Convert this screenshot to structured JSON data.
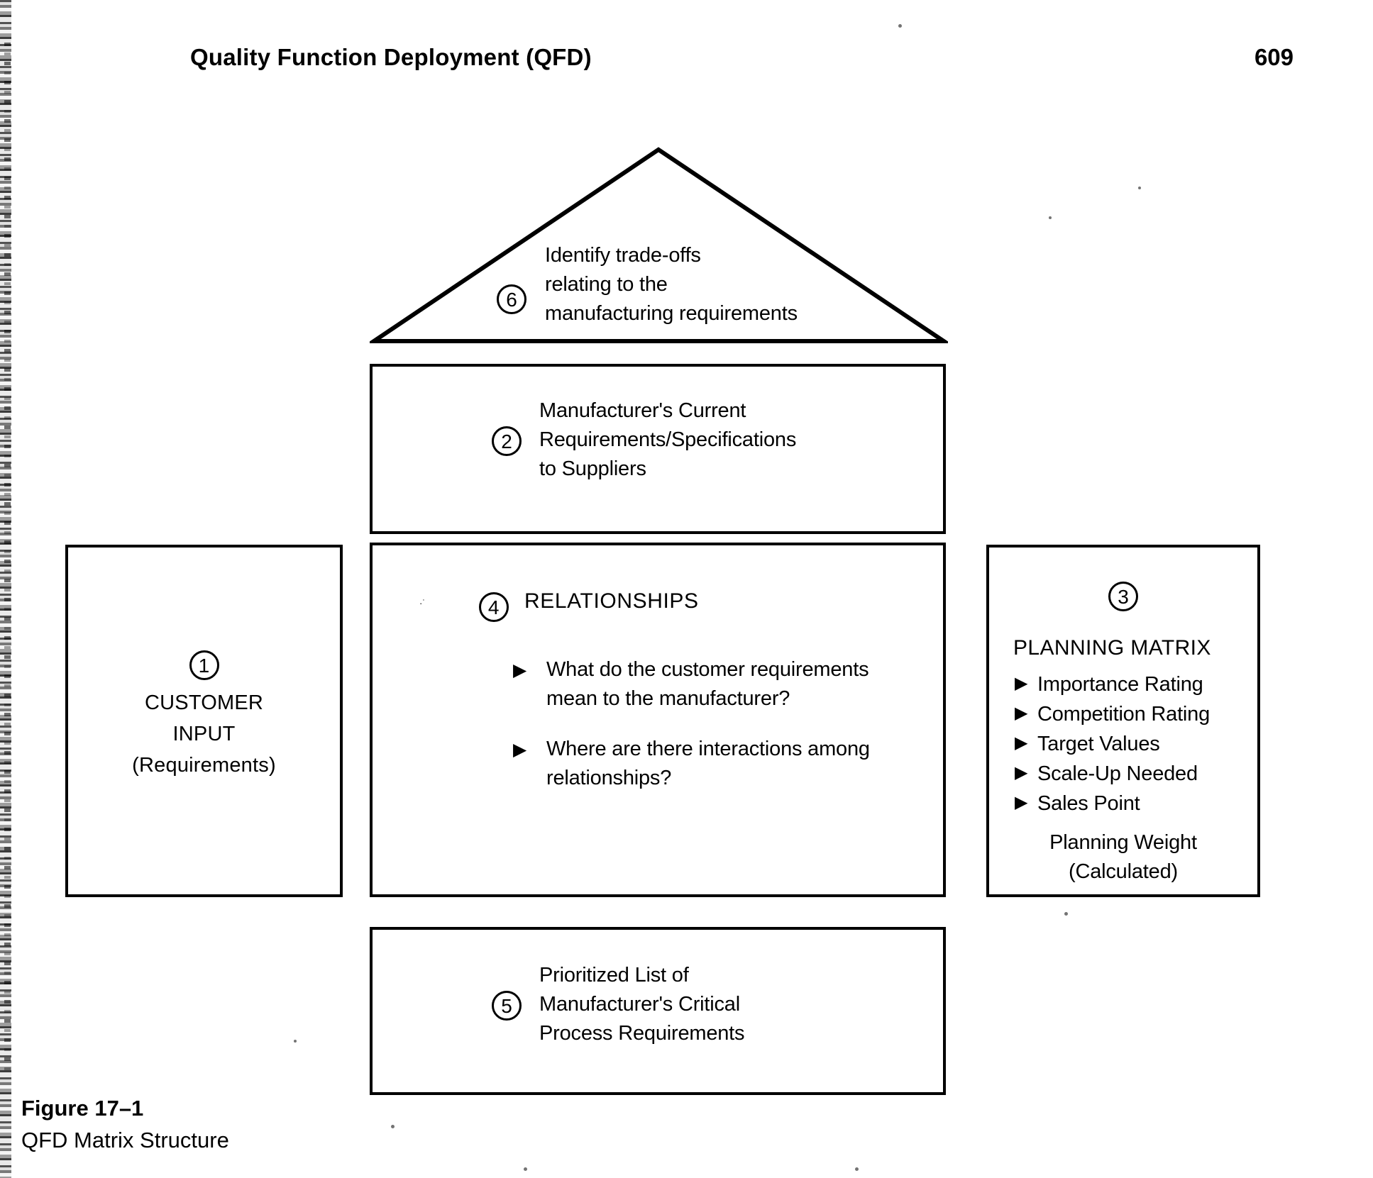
{
  "header": {
    "running_head": "Quality Function Deployment (QFD)",
    "page_number": "609"
  },
  "diagram": {
    "roof": {
      "number": "6",
      "line1": "Identify trade-offs",
      "line2": "relating to the",
      "line3": "manufacturing requirements"
    },
    "box2": {
      "number": "2",
      "line1": "Manufacturer's Current",
      "line2": "Requirements/Specifications",
      "line3": "to Suppliers"
    },
    "box1": {
      "number": "1",
      "line1": "CUSTOMER",
      "line2": "INPUT",
      "line3": "(Requirements)"
    },
    "box4": {
      "number": "4",
      "title": "RELATIONSHIPS",
      "bullet_glyph": "▶",
      "items": [
        "What do the customer requirements mean to the manufacturer?",
        "Where are there interactions among relationships?"
      ]
    },
    "box3": {
      "number": "3",
      "title": "PLANNING MATRIX",
      "bullet_glyph": "▶",
      "items": [
        "Importance Rating",
        "Competition Rating",
        "Target Values",
        "Scale-Up Needed",
        "Sales Point"
      ],
      "footer_line1": "Planning Weight",
      "footer_line2": "(Calculated)"
    },
    "box5": {
      "number": "5",
      "line1": "Prioritized List of",
      "line2": "Manufacturer's Critical",
      "line3": "Process Requirements"
    }
  },
  "caption": {
    "figure_label": "Figure 17–1",
    "figure_title": "QFD Matrix Structure"
  }
}
